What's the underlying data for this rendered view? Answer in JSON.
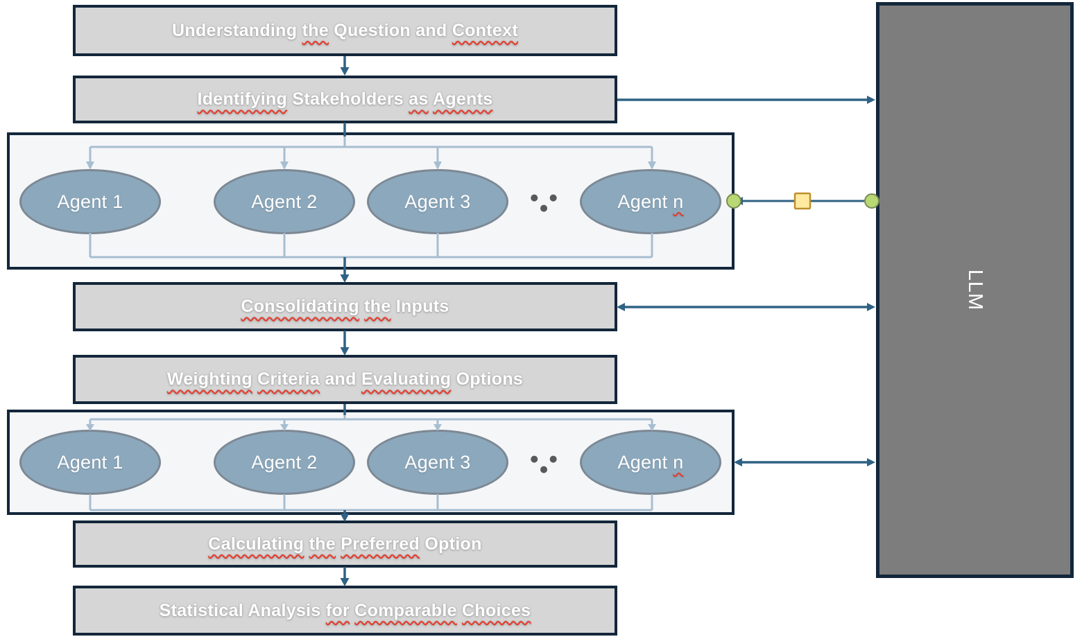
{
  "steps": [
    {
      "name": "understanding",
      "segments": [
        {
          "t": "Understanding "
        },
        {
          "t": "the",
          "sq": true
        },
        {
          "t": " Question and "
        },
        {
          "t": "Context",
          "sq": true
        }
      ]
    },
    {
      "name": "identifying",
      "segments": [
        {
          "t": "Identifying",
          "sq": true
        },
        {
          "t": " Stakeholders "
        },
        {
          "t": "as",
          "sq": true
        },
        {
          "t": " "
        },
        {
          "t": "Agents",
          "sq": true
        }
      ]
    },
    {
      "name": "consolidating",
      "segments": [
        {
          "t": "Consolidating",
          "sq": true
        },
        {
          "t": " "
        },
        {
          "t": "the",
          "sq": true
        },
        {
          "t": " Inputs"
        }
      ]
    },
    {
      "name": "weighting",
      "segments": [
        {
          "t": "Weighting",
          "sq": true
        },
        {
          "t": " "
        },
        {
          "t": "Criteria",
          "sq": true
        },
        {
          "t": " and "
        },
        {
          "t": "Evaluating",
          "sq": true
        },
        {
          "t": " Options"
        }
      ]
    },
    {
      "name": "calculating",
      "segments": [
        {
          "t": "Calculating",
          "sq": true
        },
        {
          "t": " "
        },
        {
          "t": "the",
          "sq": true
        },
        {
          "t": " "
        },
        {
          "t": "Preferred",
          "sq": true
        },
        {
          "t": " Option"
        }
      ]
    },
    {
      "name": "statistical",
      "segments": [
        {
          "t": "Statistical Analysis "
        },
        {
          "t": "for",
          "sq": true
        },
        {
          "t": " "
        },
        {
          "t": "Comparable",
          "sq": true
        },
        {
          "t": " "
        },
        {
          "t": "Choices",
          "sq": true
        }
      ]
    }
  ],
  "agent_groups": [
    {
      "ellipsis": "● ● ●",
      "agents": [
        {
          "segments": [
            {
              "t": "Agent 1"
            }
          ]
        },
        {
          "segments": [
            {
              "t": "Agent 2"
            }
          ]
        },
        {
          "segments": [
            {
              "t": "Agent 3"
            }
          ]
        },
        {
          "segments": [
            {
              "t": "Agent "
            },
            {
              "t": "n",
              "sq": true
            }
          ]
        }
      ]
    },
    {
      "ellipsis": "● ● ●",
      "agents": [
        {
          "segments": [
            {
              "t": "Agent 1"
            }
          ]
        },
        {
          "segments": [
            {
              "t": "Agent 2"
            }
          ]
        },
        {
          "segments": [
            {
              "t": "Agent 3"
            }
          ]
        },
        {
          "segments": [
            {
              "t": "Agent "
            },
            {
              "t": "n",
              "sq": true
            }
          ]
        }
      ]
    }
  ],
  "llm": {
    "label": "LLM"
  },
  "colors": {
    "box_fill": "#d6d6d6",
    "box_border": "#13273b",
    "group_fill": "#f5f6f8",
    "ellipse_fill": "#8ca8bc",
    "ellipse_border": "#7c8894",
    "connector_dark": "#2f6284",
    "connector_light": "#a7bed1",
    "llm_fill": "#7d7d7d",
    "squiggle": "#e8392a",
    "handle_green": "#b7d872",
    "handle_yellow": "#ffeaa0"
  }
}
